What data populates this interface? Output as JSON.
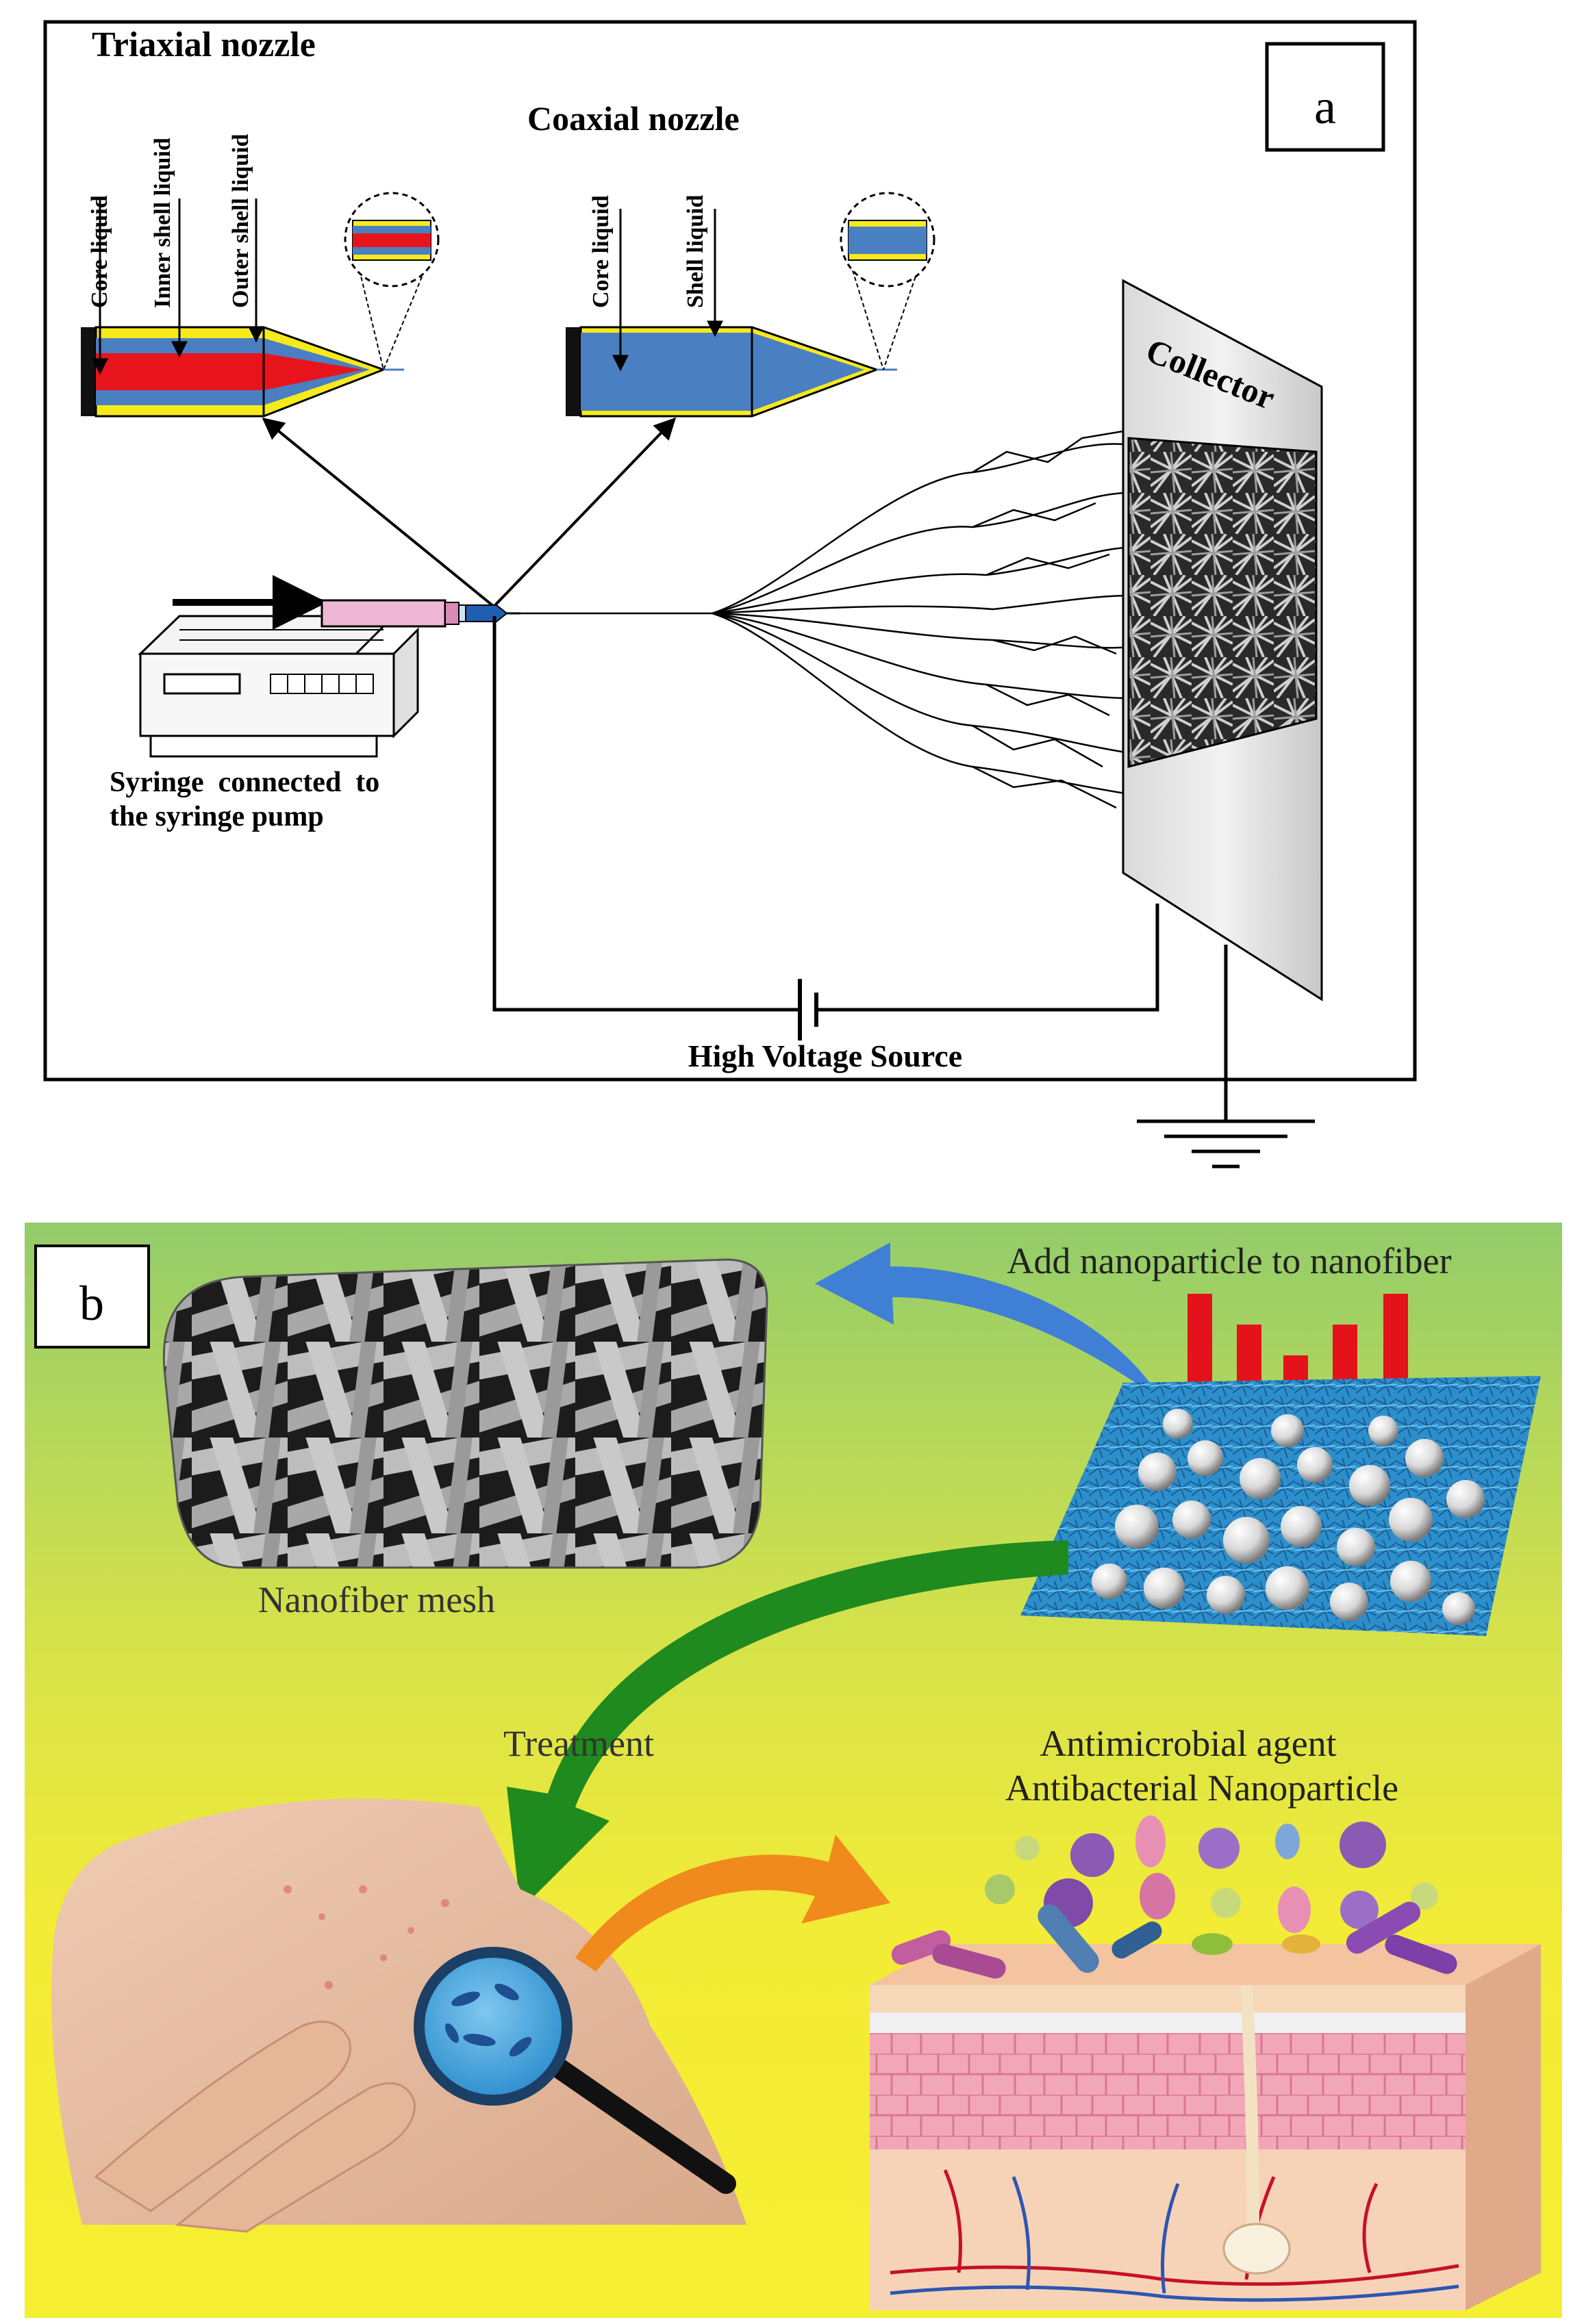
{
  "panel_a": {
    "label": "a",
    "triaxial_title": "Triaxial nozzle",
    "triaxial_labels": [
      "Core liquid",
      "Inner shell liquid",
      "Outer shell liquid"
    ],
    "coaxial_title": "Coaxial nozzle",
    "coaxial_labels": [
      "Core liquid",
      "Shell liquid"
    ],
    "collector_label": "Collector",
    "syringe_caption_line1": "Syringe  connected  to",
    "syringe_caption_line2": "the syringe pump",
    "voltage_label": "High Voltage Source"
  },
  "panel_b": {
    "label": "b",
    "add_nanoparticle": "Add nanoparticle to nanofiber",
    "nanofiber_mesh": "Nanofiber mesh",
    "treatment": "Treatment",
    "antimicrobial_line1": "Antimicrobial agent",
    "antimicrobial_line2": "Antibacterial Nanoparticle"
  },
  "colors": {
    "core_red": "#e8141c",
    "inner_blue": "#4a7fc1",
    "outer_yellow": "#f7ea1a",
    "bg_green": "#9bd06a",
    "bg_yellow": "#f4ee3c",
    "arrow_blue": "#3f7fd6",
    "arrow_green": "#1f8a1e",
    "arrow_orange": "#f08a1c",
    "drop_arrow_red": "#e3121b"
  }
}
